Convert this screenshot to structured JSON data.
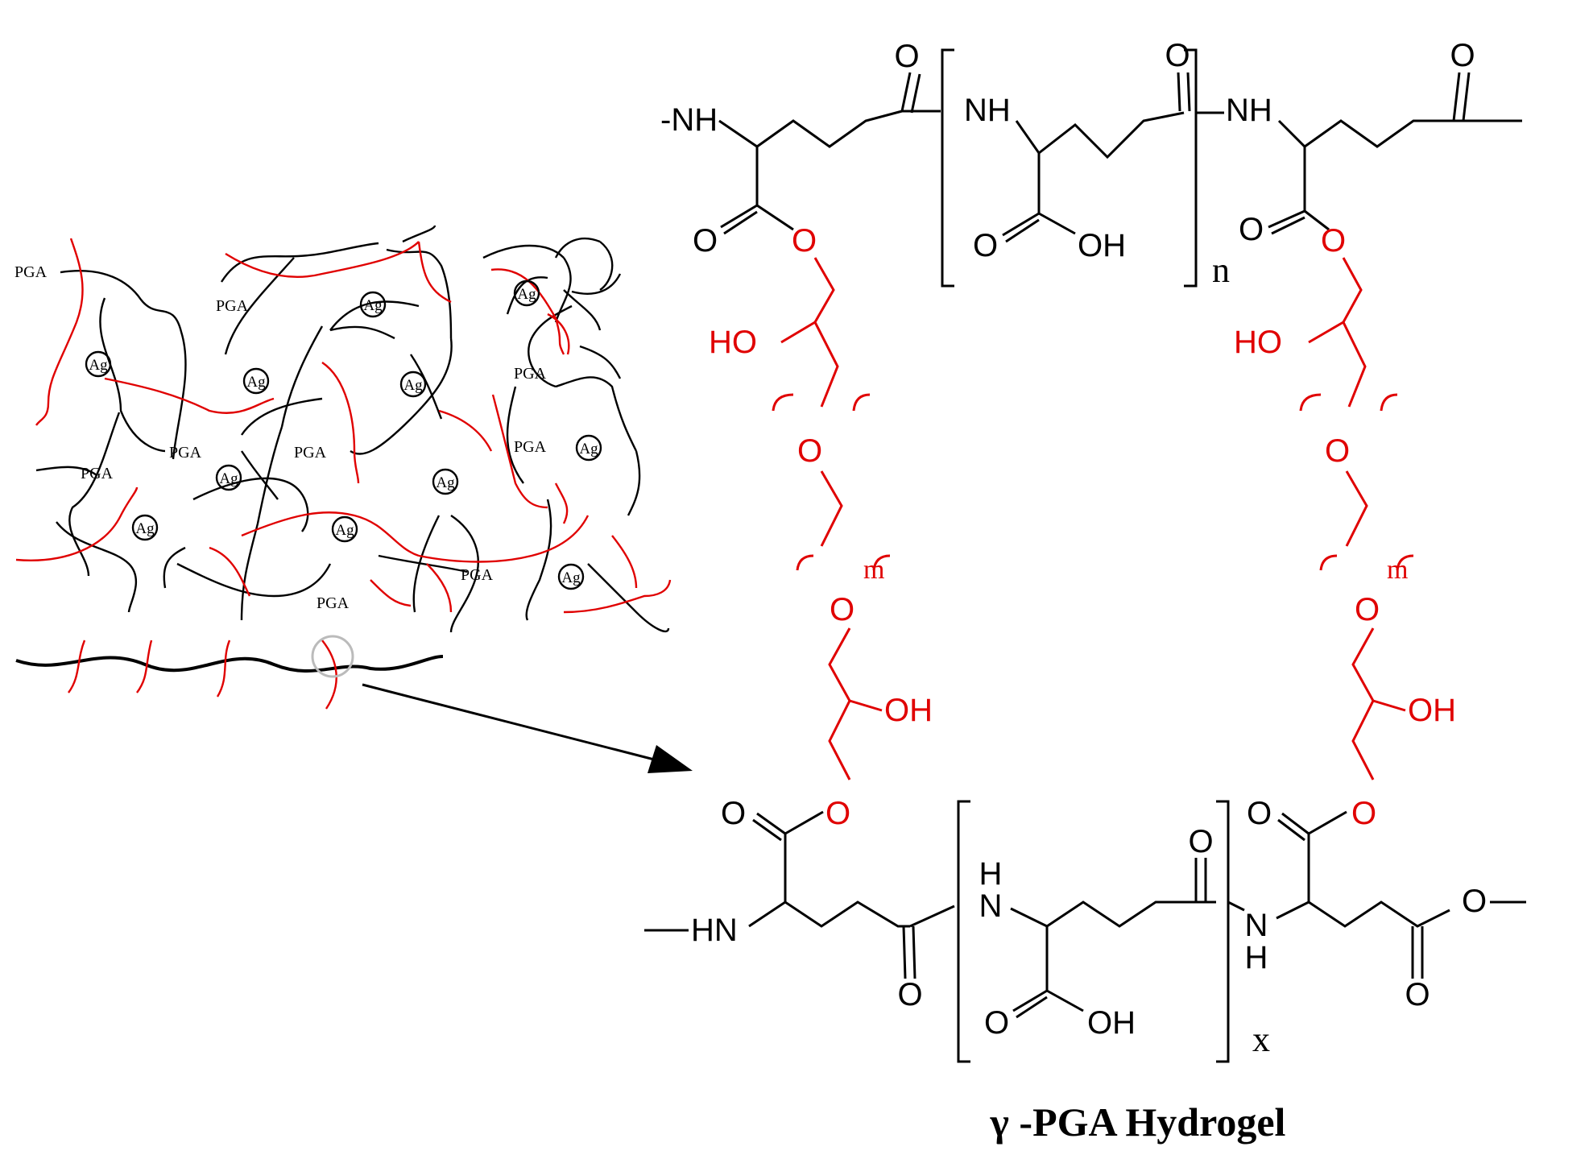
{
  "colors": {
    "network": "#000000",
    "crosslinker": "#e00000"
  },
  "network": {
    "pga_label": "PGA",
    "ag_label": "Ag"
  },
  "structure": {
    "amine_top": "-NH",
    "nh": "NH",
    "hn": "HN",
    "h": "H",
    "n_letter": "N",
    "o": "O",
    "oh": "OH",
    "ho": "HO",
    "repeat_n": "n",
    "repeat_x": "x",
    "repeat_m": "m"
  },
  "caption": "γ -PGA Hydrogel"
}
